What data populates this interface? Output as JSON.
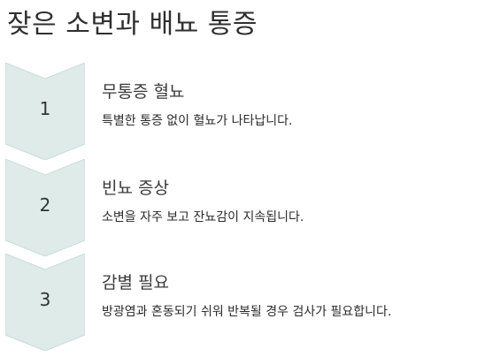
{
  "title": "잦은 소변과 배뇨 통증",
  "steps": [
    {
      "number": "1",
      "heading": "무통증 혈뇨",
      "description": "특별한 통증 없이 혈뇨가 나타납니다."
    },
    {
      "number": "2",
      "heading": "빈뇨 증상",
      "description": "소변을 자주 보고 잔뇨감이 지속됩니다."
    },
    {
      "number": "3",
      "heading": "감별 필요",
      "description": "방광염과 혼동되기 쉬워 반복될 경우 검사가 필요합니다."
    }
  ],
  "colors": {
    "chevron_fill": "#deebe8",
    "chevron_stroke": "#c9dcd7"
  }
}
